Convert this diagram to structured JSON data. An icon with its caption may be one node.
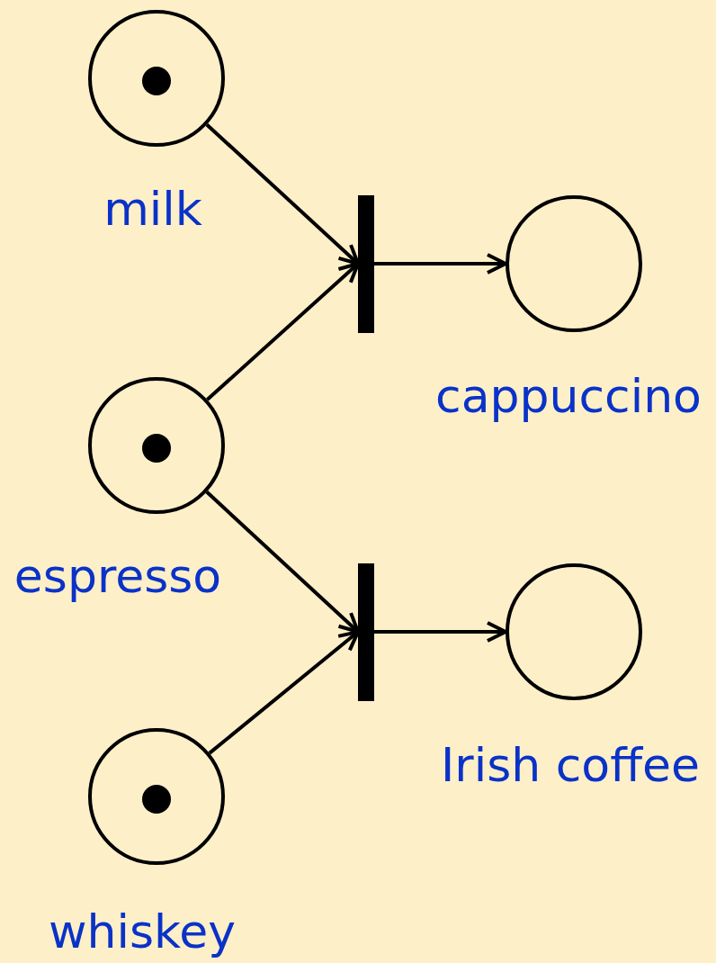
{
  "diagram": {
    "nodes": [
      {
        "text": [
          "milk"
        ]
      },
      {
        "text": [],
        "shape": "circle",
        "in": 0
      },
      {
        "text": [],
        "shape": "bar"
      },
      {
        "text": [
          "cappuccino"
        ]
      },
      {
        "text": [
          "espresso"
        ]
      },
      {
        "text": [],
        "shape": "circle",
        "in": 4
      },
      {
        "text": [],
        "shape": "bar"
      },
      {
        "text": [
          "Irish coffee"
        ]
      },
      {
        "text": [
          "whiskey"
        ]
      },
      {
        "text": [],
        "shape": "circle",
        "in": 8
      }
    ],
    "edges": [
      {
        "from": 0,
        "to": 2,
        "arrow": "to"
      },
      {
        "from": 4,
        "to": 2,
        "arrow": "to"
      },
      {
        "from": 2,
        "to": 3,
        "arrow": "to"
      },
      {
        "from": 4,
        "to": 6,
        "arrow": "to"
      },
      {
        "from": 8,
        "to": 6,
        "arrow": "to"
      },
      {
        "from": 6,
        "to": 7,
        "arrow": "to"
      }
    ]
  }
}
